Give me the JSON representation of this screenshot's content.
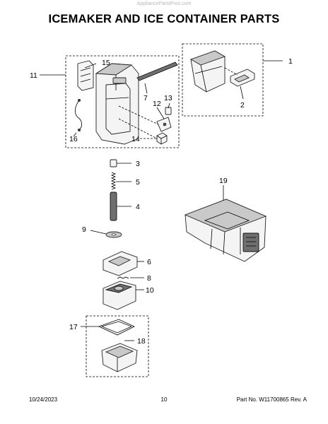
{
  "watermark": "AppliancePartsPros.com",
  "title": "ICEMAKER AND ICE CONTAINER PARTS",
  "callouts": {
    "c1": "1",
    "c2": "2",
    "c3": "3",
    "c4": "4",
    "c5": "5",
    "c6": "6",
    "c7": "7",
    "c8": "8",
    "c9": "9",
    "c10": "10",
    "c11": "11",
    "c12": "12",
    "c13": "13",
    "c14": "14",
    "c15": "15",
    "c16": "16",
    "c17": "17",
    "c18": "18",
    "c19": "19"
  },
  "footer": {
    "date": "10/24/2023",
    "page": "10",
    "part_number": "Part No. W11700865  Rev. A"
  }
}
